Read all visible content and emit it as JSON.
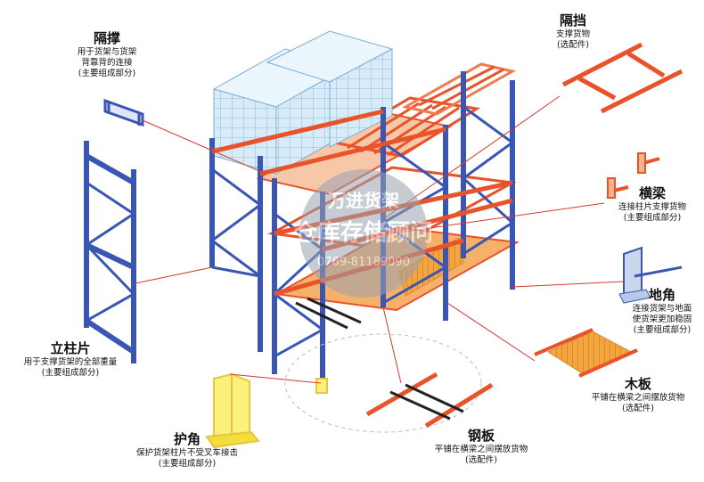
{
  "labels": {
    "gecheng": {
      "title": "隔撑",
      "desc": "用于货架与货架",
      "desc2": "背靠背的连接",
      "note": "(主要组成部分)"
    },
    "gedang": {
      "title": "隔挡",
      "desc": "支撑货物",
      "note": "(选配件)"
    },
    "hengliang": {
      "title": "横梁",
      "desc": "连接柱片支撑货物",
      "note": "(主要组成部分)"
    },
    "dijiao": {
      "title": "地角",
      "desc": "连接货架与地面",
      "desc2": "使货架更加稳固",
      "note": "(主要组成部分)"
    },
    "muban": {
      "title": "木板",
      "desc": "平铺在横梁之间摆放货物",
      "note": "(选配件)"
    },
    "gangban": {
      "title": "钢板",
      "desc": "平铺在横梁之间摆放货物",
      "note": "(选配件)"
    },
    "hujiao": {
      "title": "护角",
      "desc": "保护货架柱片不受叉车接击",
      "note": "(主要组成部分)"
    },
    "lizhupian": {
      "title": "立柱片",
      "desc": "用于支撑货架的全部重量",
      "note": "(主要组成部分)"
    }
  },
  "watermark": {
    "text1": "万进货架",
    "text2": "仓库存储顾问",
    "phone": "0769-81189090"
  },
  "colors": {
    "upright": "#3a56b4",
    "beam": "#e8532a",
    "pallet": "#f07a50",
    "board": "#f0a030",
    "guard": "#f3e14a",
    "leader": "#d23a30",
    "cargo": "#cfe6f6",
    "cargo_line": "#7aaed6"
  }
}
